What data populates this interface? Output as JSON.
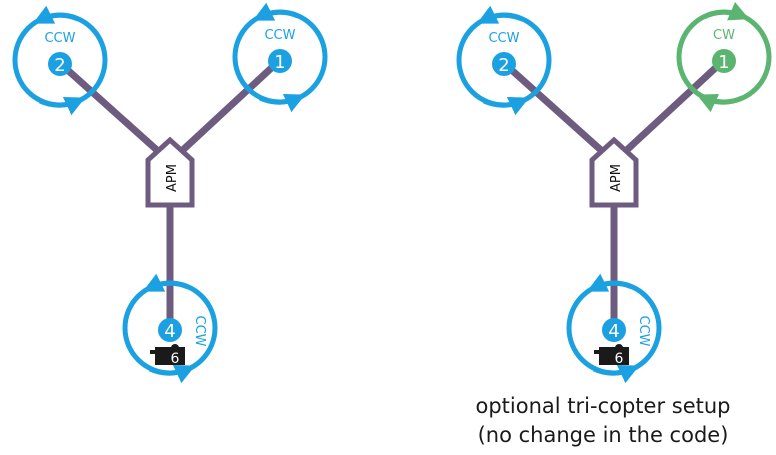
{
  "left_diagram": {
    "controller_label": "APM",
    "motor_1": {
      "number": "1",
      "direction": "CCW"
    },
    "motor_2": {
      "number": "2",
      "direction": "CCW"
    },
    "motor_4": {
      "number": "4",
      "direction": "CCW"
    },
    "servo_number": "6"
  },
  "right_diagram": {
    "controller_label": "APM",
    "motor_1": {
      "number": "1",
      "direction": "CW"
    },
    "motor_2": {
      "number": "2",
      "direction": "CCW"
    },
    "motor_4": {
      "number": "4",
      "direction": "CCW"
    },
    "servo_number": "6",
    "caption_line1": "optional tri-copter setup",
    "caption_line2": "(no change in the code)"
  },
  "colors": {
    "ccw_blue": "#1ba1e2",
    "cw_green": "#5bb571",
    "frame_purple": "#6d5b80",
    "servo_black": "#1a1a1a"
  },
  "icons": [
    "rotation-arrow-icon",
    "servo-icon"
  ]
}
